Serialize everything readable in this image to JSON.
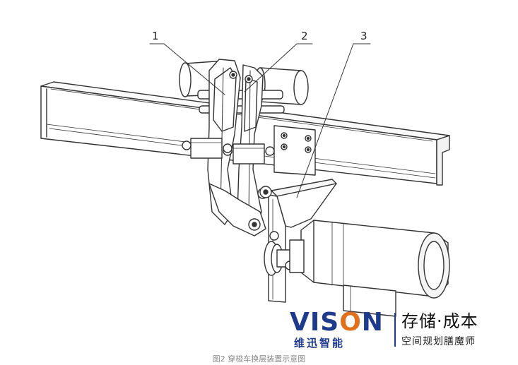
{
  "diagram": {
    "callouts": [
      "1",
      "2",
      "3"
    ]
  },
  "logo": {
    "brand_prefix": "VIS",
    "brand_suffix": "N",
    "brand_cn": "维迅智能",
    "slogan": "存储·成本",
    "tagline": "空间规划膳魔师",
    "colors": {
      "brand": "#1e3a8a",
      "accent": "#e0701c",
      "text": "#111111"
    }
  },
  "caption": "图2 穿梭车换层装置示意图"
}
